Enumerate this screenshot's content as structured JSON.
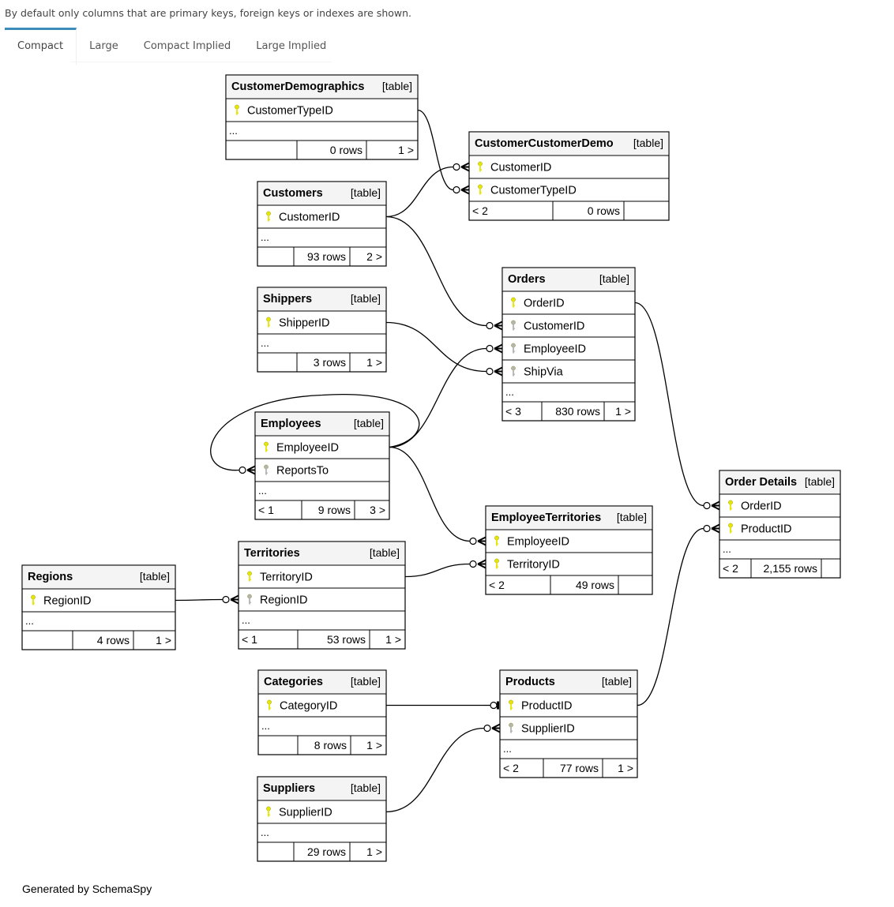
{
  "intro_text": "By default only columns that are primary keys, foreign keys or indexes are shown.",
  "tabs": [
    {
      "label": "Compact",
      "active": true
    },
    {
      "label": "Large",
      "active": false
    },
    {
      "label": "Compact Implied",
      "active": false
    },
    {
      "label": "Large Implied",
      "active": false
    }
  ],
  "table_tag": "[table]",
  "ellipsis": "...",
  "key_colors": {
    "primary": "#e6e600",
    "foreign": "#b4b4b4"
  },
  "tables": [
    {
      "id": "CustomerDemographics",
      "name": "CustomerDemographics",
      "columns": [
        {
          "name": "CustomerTypeID",
          "key": "primary"
        }
      ],
      "parents": "",
      "rows": "0 rows",
      "children": "1 >"
    },
    {
      "id": "CustomerCustomerDemo",
      "name": "CustomerCustomerDemo",
      "columns": [
        {
          "name": "CustomerID",
          "key": "primary"
        },
        {
          "name": "CustomerTypeID",
          "key": "primary"
        }
      ],
      "parents": "< 2",
      "rows": "0 rows",
      "children": "",
      "no_ellipsis": true
    },
    {
      "id": "Customers",
      "name": "Customers",
      "columns": [
        {
          "name": "CustomerID",
          "key": "primary"
        }
      ],
      "parents": "",
      "rows": "93 rows",
      "children": "2 >"
    },
    {
      "id": "Shippers",
      "name": "Shippers",
      "columns": [
        {
          "name": "ShipperID",
          "key": "primary"
        }
      ],
      "parents": "",
      "rows": "3 rows",
      "children": "1 >"
    },
    {
      "id": "Orders",
      "name": "Orders",
      "columns": [
        {
          "name": "OrderID",
          "key": "primary"
        },
        {
          "name": "CustomerID",
          "key": "foreign"
        },
        {
          "name": "EmployeeID",
          "key": "foreign"
        },
        {
          "name": "ShipVia",
          "key": "foreign"
        }
      ],
      "parents": "< 3",
      "rows": "830 rows",
      "children": "1 >"
    },
    {
      "id": "Employees",
      "name": "Employees",
      "columns": [
        {
          "name": "EmployeeID",
          "key": "primary"
        },
        {
          "name": "ReportsTo",
          "key": "foreign"
        }
      ],
      "parents": "< 1",
      "rows": "9 rows",
      "children": "3 >"
    },
    {
      "id": "OrderDetails",
      "name": "Order Details",
      "columns": [
        {
          "name": "OrderID",
          "key": "primary"
        },
        {
          "name": "ProductID",
          "key": "primary"
        }
      ],
      "parents": "< 2",
      "rows": "2,155 rows",
      "children": ""
    },
    {
      "id": "EmployeeTerritories",
      "name": "EmployeeTerritories",
      "columns": [
        {
          "name": "EmployeeID",
          "key": "primary"
        },
        {
          "name": "TerritoryID",
          "key": "primary"
        }
      ],
      "parents": "< 2",
      "rows": "49 rows",
      "children": "",
      "no_ellipsis": true
    },
    {
      "id": "Regions",
      "name": "Regions",
      "columns": [
        {
          "name": "RegionID",
          "key": "primary"
        }
      ],
      "parents": "",
      "rows": "4 rows",
      "children": "1 >"
    },
    {
      "id": "Territories",
      "name": "Territories",
      "columns": [
        {
          "name": "TerritoryID",
          "key": "primary"
        },
        {
          "name": "RegionID",
          "key": "foreign"
        }
      ],
      "parents": "< 1",
      "rows": "53 rows",
      "children": "1 >"
    },
    {
      "id": "Categories",
      "name": "Categories",
      "columns": [
        {
          "name": "CategoryID",
          "key": "primary"
        }
      ],
      "parents": "",
      "rows": "8 rows",
      "children": "1 >"
    },
    {
      "id": "Products",
      "name": "Products",
      "columns": [
        {
          "name": "ProductID",
          "key": "primary"
        },
        {
          "name": "SupplierID",
          "key": "foreign"
        }
      ],
      "parents": "< 2",
      "rows": "77 rows",
      "children": "1 >"
    },
    {
      "id": "Suppliers",
      "name": "Suppliers",
      "columns": [
        {
          "name": "SupplierID",
          "key": "primary"
        }
      ],
      "parents": "",
      "rows": "29 rows",
      "children": "1 >"
    }
  ],
  "relationships": [
    {
      "from": "CustomerDemographics.CustomerTypeID",
      "to": "CustomerCustomerDemo.CustomerTypeID"
    },
    {
      "from": "Customers.CustomerID",
      "to": "CustomerCustomerDemo.CustomerID"
    },
    {
      "from": "Customers.CustomerID",
      "to": "Orders.CustomerID"
    },
    {
      "from": "Shippers.ShipperID",
      "to": "Orders.ShipVia"
    },
    {
      "from": "Employees.EmployeeID",
      "to": "Orders.EmployeeID"
    },
    {
      "from": "Employees.EmployeeID",
      "to": "Employees.ReportsTo"
    },
    {
      "from": "Employees.EmployeeID",
      "to": "EmployeeTerritories.EmployeeID"
    },
    {
      "from": "Orders.OrderID",
      "to": "OrderDetails.OrderID"
    },
    {
      "from": "Products.ProductID",
      "to": "OrderDetails.ProductID"
    },
    {
      "from": "Territories.TerritoryID",
      "to": "EmployeeTerritories.TerritoryID"
    },
    {
      "from": "Regions.RegionID",
      "to": "Territories.RegionID"
    },
    {
      "from": "Categories.CategoryID",
      "to": "Products.ProductID"
    },
    {
      "from": "Suppliers.SupplierID",
      "to": "Products.SupplierID"
    }
  ],
  "footer": "Generated by SchemaSpy"
}
